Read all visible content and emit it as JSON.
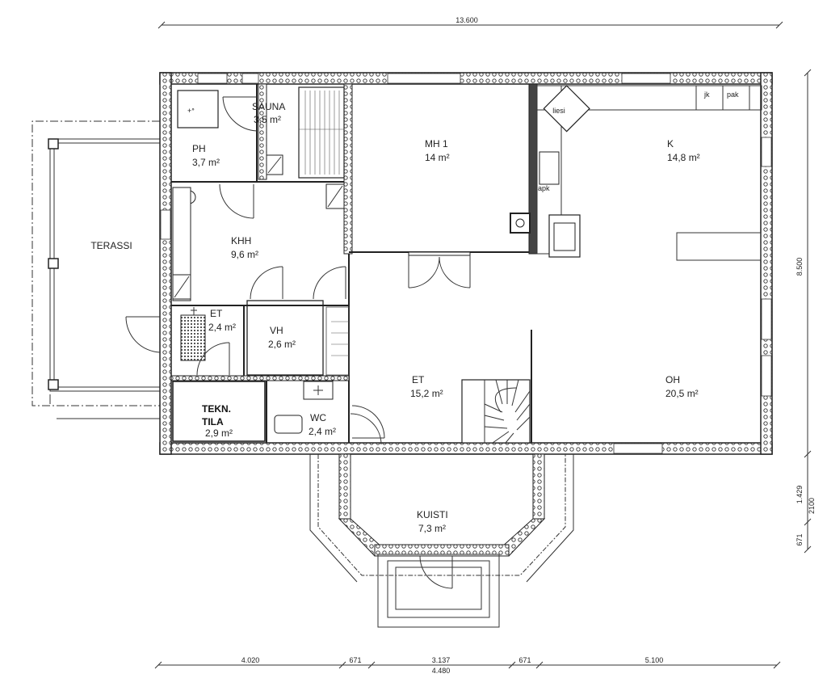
{
  "dimensions": {
    "top_total": "13.600",
    "right_total": "8.500",
    "right_upper": "1.429",
    "right_lower": "671",
    "right_combined": "2100",
    "bottom_segments": [
      "4.020",
      "671",
      "3.137",
      "671",
      "5.100"
    ],
    "bottom_center_total": "4.480"
  },
  "rooms": {
    "terassi": {
      "name": "TERASSI"
    },
    "sauna": {
      "name": "SAUNA",
      "area": "3,5 m²"
    },
    "ph": {
      "name": "PH",
      "area": "3,7 m²"
    },
    "mh1": {
      "name": "MH 1",
      "area": "14 m²"
    },
    "k": {
      "name": "K",
      "area": "14,8 m²"
    },
    "khh": {
      "name": "KHH",
      "area": "9,6 m²"
    },
    "et_small": {
      "name": "ET",
      "area": "2,4 m²"
    },
    "vh": {
      "name": "VH",
      "area": "2,6 m²"
    },
    "et_main": {
      "name": "ET",
      "area": "15,2 m²"
    },
    "oh": {
      "name": "OH",
      "area": "20,5 m²"
    },
    "tekn": {
      "name_line1": "TEKN.",
      "name_line2": "TILA",
      "area": "2,9 m²"
    },
    "wc": {
      "name": "WC",
      "area": "2,4 m²"
    },
    "kuisti": {
      "name": "KUISTI",
      "area": "7,3 m²"
    }
  },
  "fixtures": {
    "fireplace": "liesi",
    "jk": "jk",
    "pak": "pak",
    "apk": "apk"
  }
}
